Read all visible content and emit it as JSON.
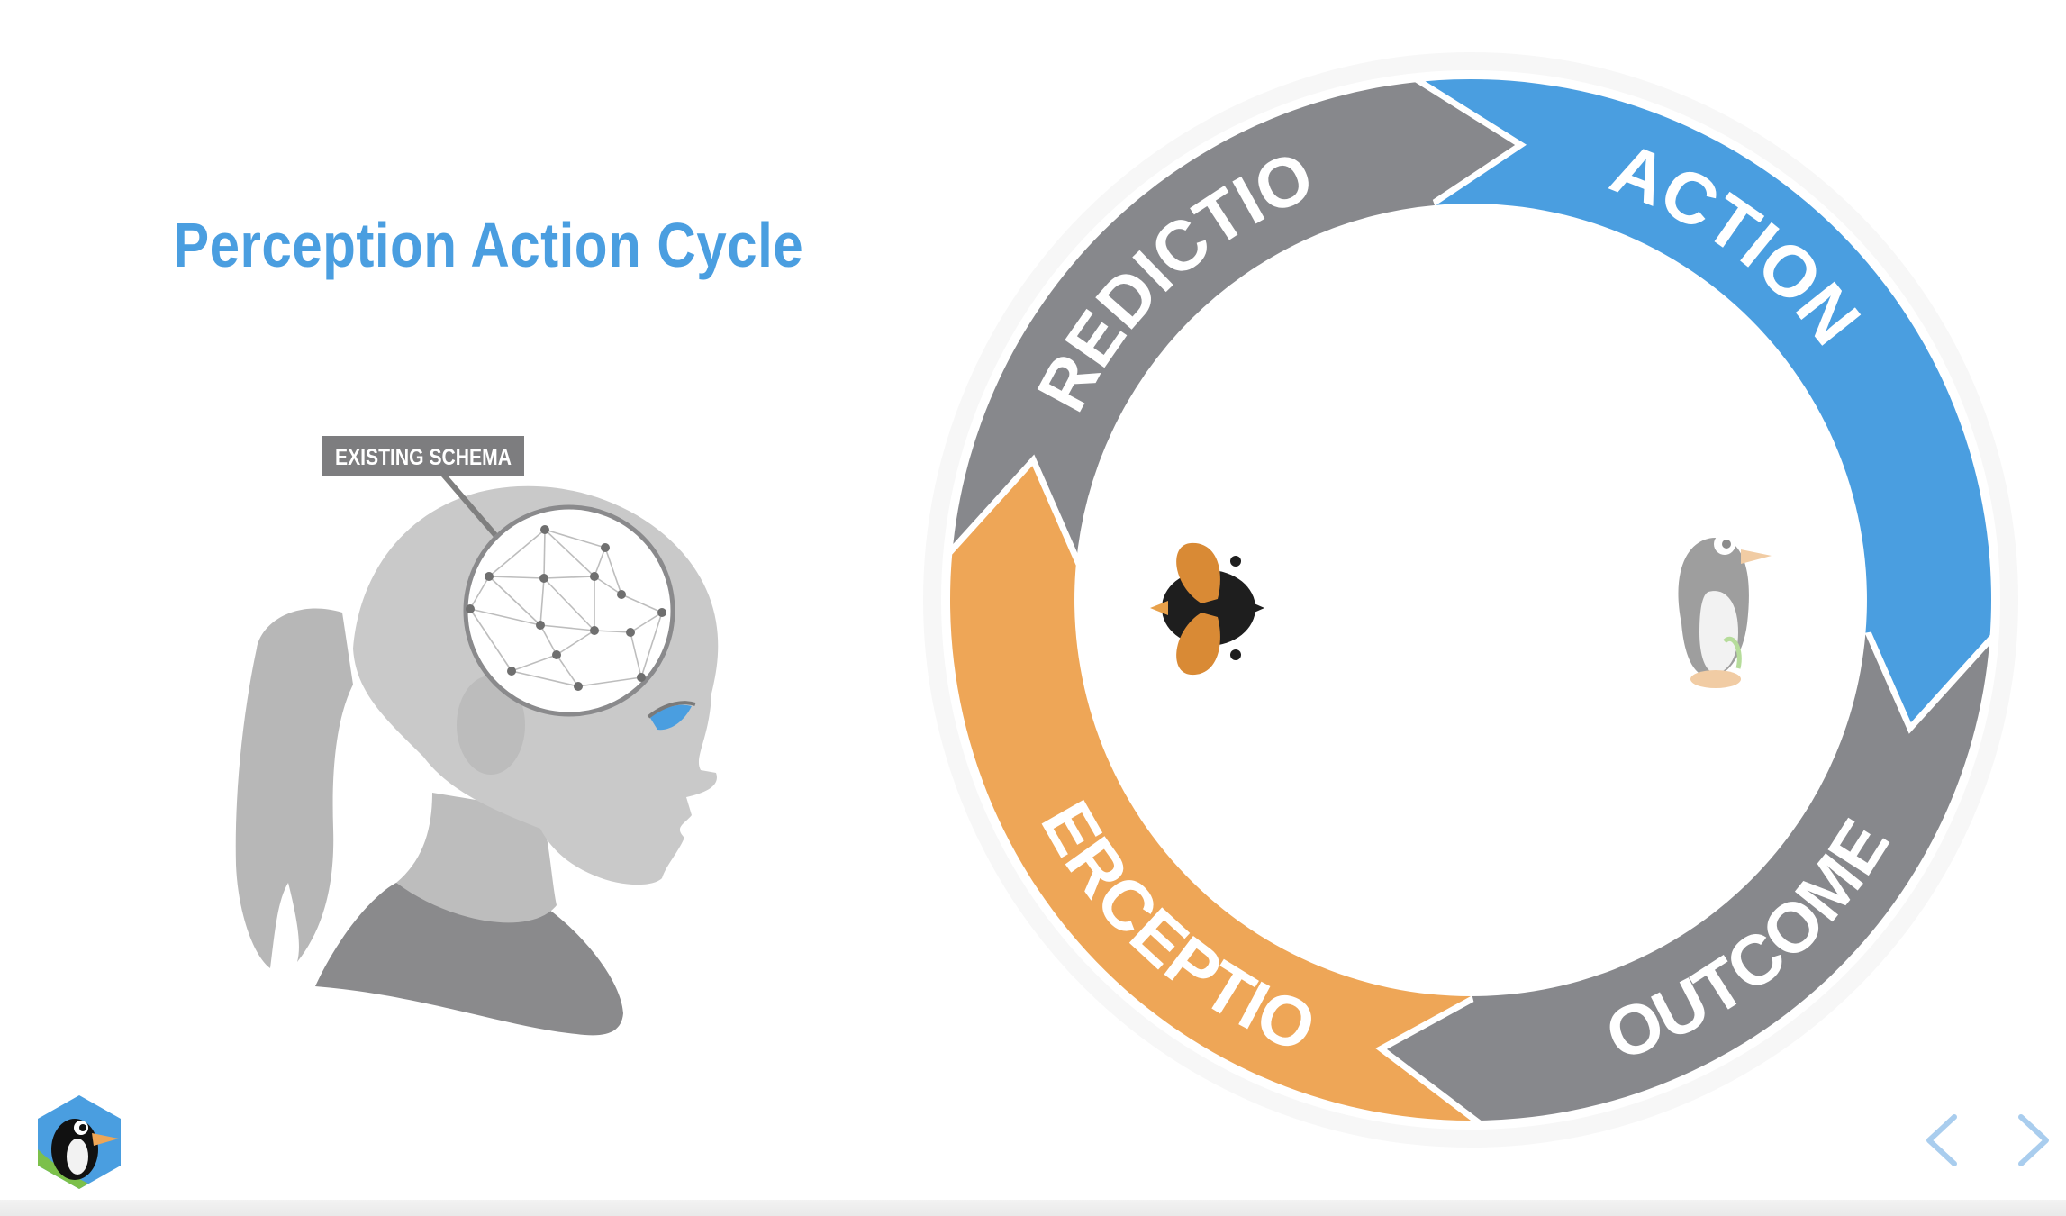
{
  "title": "Perception Action Cycle",
  "schema_label": "EXISTING SCHEMA",
  "cycle": {
    "segments": [
      {
        "label": "PREDICTION",
        "color": "#87888c"
      },
      {
        "label": "ACTION",
        "color": "#4a9ee0"
      },
      {
        "label": "OUTCOME",
        "color": "#87888c"
      },
      {
        "label": "PERCEPTION",
        "color": "#eea657"
      }
    ]
  },
  "colors": {
    "title": "#4a9ee0",
    "head": "#c9c9c9",
    "hair": "#b7b7b7",
    "shirt": "#8a8a8c",
    "nav": "#a9cdee"
  },
  "icons": {
    "logo": "penguin-logo-icon",
    "prev": "chevron-left-icon",
    "next": "chevron-right-icon"
  }
}
